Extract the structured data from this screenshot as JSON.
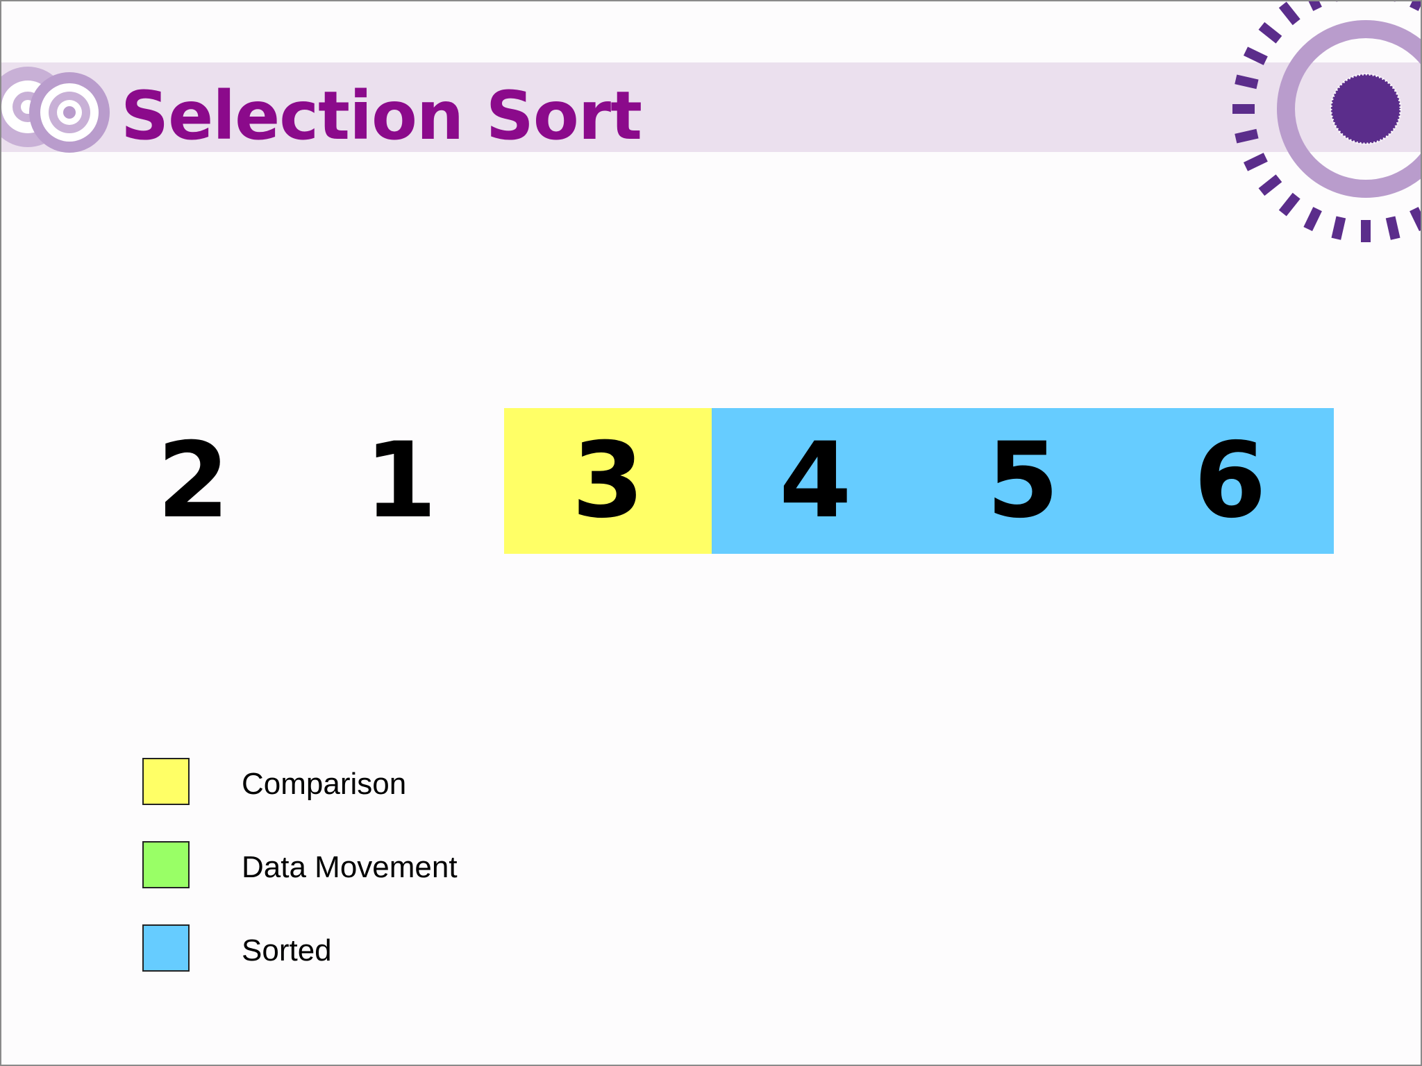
{
  "slide": {
    "title": "Selection Sort"
  },
  "colors": {
    "title": "#8b0a8b",
    "title_band": "#ebe0ee",
    "comparison": "#ffff66",
    "data_movement": "#99ff66",
    "sorted": "#66ccff",
    "unsorted": "transparent",
    "decor_dark": "#5b2d8b",
    "decor_light": "#b9a0cc"
  },
  "array": {
    "cells": [
      {
        "value": "2",
        "state": "unsorted"
      },
      {
        "value": "1",
        "state": "unsorted"
      },
      {
        "value": "3",
        "state": "comparison"
      },
      {
        "value": "4",
        "state": "sorted"
      },
      {
        "value": "5",
        "state": "sorted"
      },
      {
        "value": "6",
        "state": "sorted"
      }
    ]
  },
  "legend": {
    "items": [
      {
        "label": "Comparison",
        "state": "comparison"
      },
      {
        "label": "Data Movement",
        "state": "data_movement"
      },
      {
        "label": "Sorted",
        "state": "sorted"
      }
    ]
  },
  "icons": {
    "left": "concentric-circles-logo",
    "right": "sunburst-decoration"
  }
}
